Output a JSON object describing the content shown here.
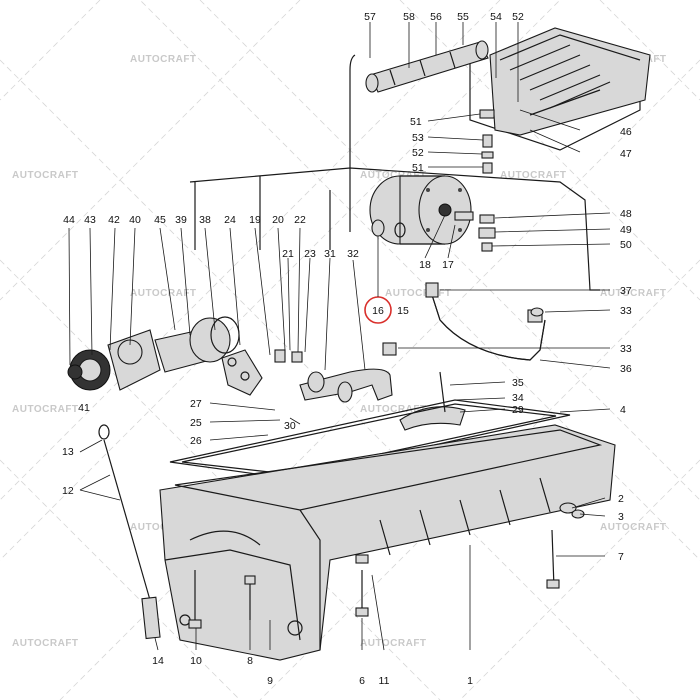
{
  "watermark": {
    "text": "AUTOCRAFT"
  },
  "highlight": {
    "color": "#d9302c",
    "label": "16"
  },
  "callouts": {
    "c57": "57",
    "c58": "58",
    "c56": "56",
    "c55": "55",
    "c54": "54",
    "c52a": "52",
    "c51a": "51",
    "c53": "53",
    "c52b": "52",
    "c51b": "51",
    "c46": "46",
    "c47": "47",
    "c48": "48",
    "c49": "49",
    "c50": "50",
    "c44": "44",
    "c43": "43",
    "c42": "42",
    "c40": "40",
    "c45": "45",
    "c39": "39",
    "c38": "38",
    "c24": "24",
    "c19": "19",
    "c20": "20",
    "c22": "22",
    "c21": "21",
    "c23": "23",
    "c31": "31",
    "c32": "32",
    "c18": "18",
    "c17": "17",
    "c15": "15",
    "c37": "37",
    "c33a": "33",
    "c33b": "33",
    "c36": "36",
    "c35": "35",
    "c34": "34",
    "c29": "29",
    "c4": "4",
    "c41": "41",
    "c27": "27",
    "c25": "25",
    "c30": "30",
    "c26": "26",
    "c13": "13",
    "c12": "12",
    "c2": "2",
    "c3": "3",
    "c7": "7",
    "c14": "14",
    "c10": "10",
    "c8": "8",
    "c9": "9",
    "c6": "6",
    "c11": "11",
    "c1": "1"
  }
}
